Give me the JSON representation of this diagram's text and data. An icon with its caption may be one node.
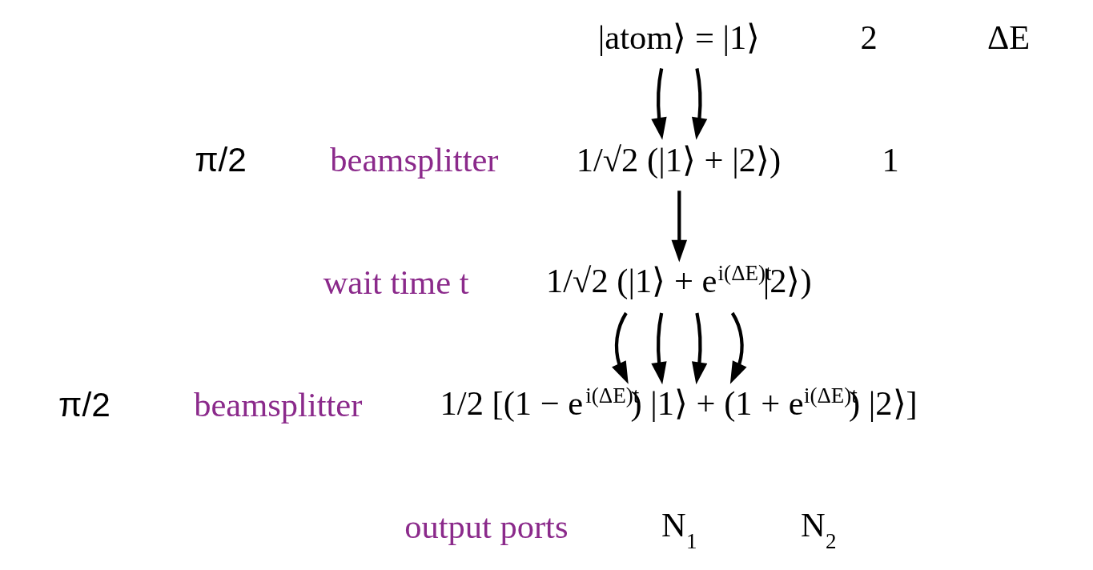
{
  "diagram": {
    "nodes": [
      {
        "text": [
          "|atom⟩ = |1⟩"
        ]
      },
      {
        "text": [
          "1/√2 (|1⟩ + |2⟩)"
        ]
      },
      {
        "text": [
          "1/√2 (|1⟩ + e$^{i(ΔE)t}$|2⟩)"
        ]
      },
      {
        "text": [
          "1/2 [(1 − e$^{i(ΔE)t}$) |1⟩ + (1 + e$^{i(ΔE)t}$) |2⟩]"
        ]
      }
    ],
    "edges": [
      {
        "from": 0,
        "to": 1,
        "arrow": "to"
      },
      {
        "from": 0,
        "to": 1,
        "arrow": "to"
      },
      {
        "from": 1,
        "to": 2,
        "arrow": "to"
      },
      {
        "from": 2,
        "to": 3,
        "arrow": "to"
      },
      {
        "from": 2,
        "to": 3,
        "arrow": "to"
      },
      {
        "from": 2,
        "to": 3,
        "arrow": "to"
      },
      {
        "from": 2,
        "to": 3,
        "arrow": "to"
      }
    ],
    "labels": [
      "π/2",
      "beamsplitter",
      "2",
      "ΔE",
      "1",
      "wait time t",
      "π/2",
      "beamsplitter",
      "output ports",
      "N$_{1}$",
      "N$_{2}$"
    ]
  }
}
